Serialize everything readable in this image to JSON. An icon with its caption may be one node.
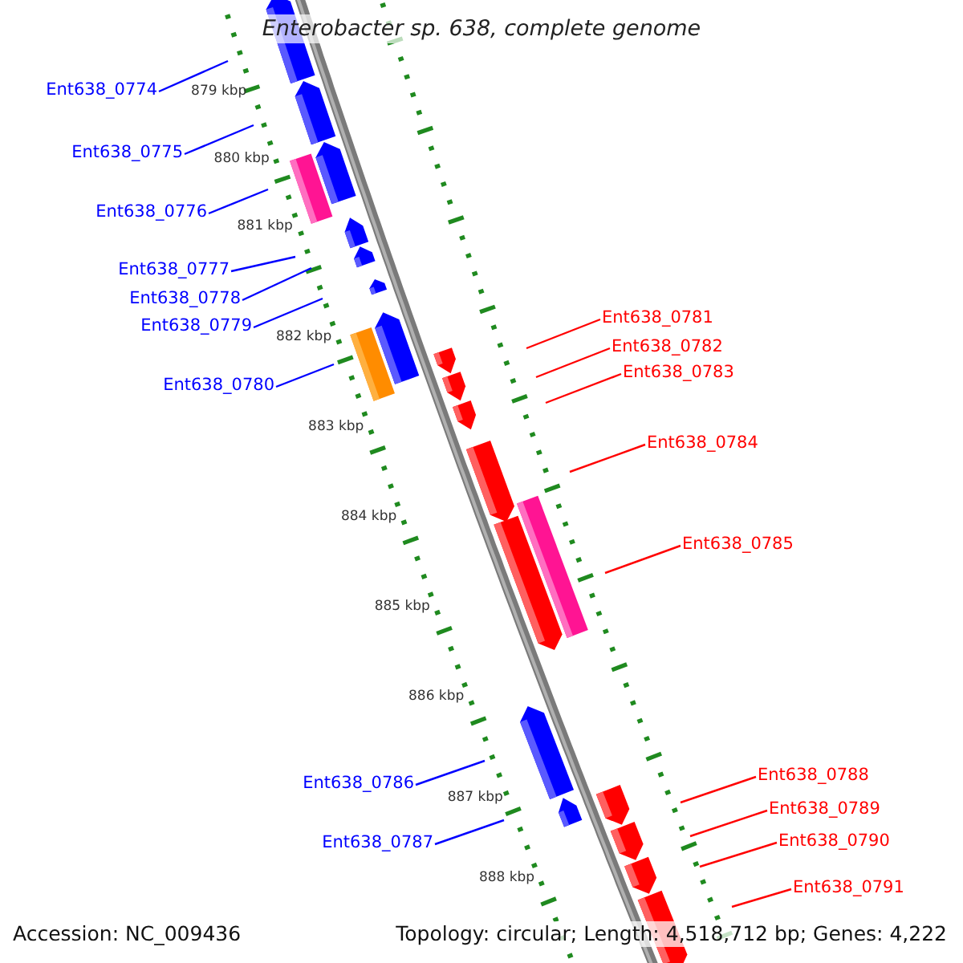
{
  "diagram": {
    "title": "Enterobacter sp. 638, complete genome",
    "nodes": [
      {
        "text": [
          "Ent638_0774"
        ]
      },
      {
        "text": [
          "Ent638_0775"
        ]
      },
      {
        "text": [
          "Ent638_0776"
        ]
      },
      {
        "text": [
          "Ent638_0777"
        ]
      },
      {
        "text": [
          "Ent638_0778"
        ]
      },
      {
        "text": [
          "Ent638_0779"
        ]
      },
      {
        "text": [
          "Ent638_0780"
        ]
      },
      {
        "text": [
          "Ent638_0781"
        ]
      },
      {
        "text": [
          "Ent638_0782"
        ]
      },
      {
        "text": [
          "Ent638_0783"
        ]
      },
      {
        "text": [
          "Ent638_0784"
        ]
      },
      {
        "text": [
          "Ent638_0785"
        ]
      },
      {
        "text": [
          "Ent638_0786"
        ]
      },
      {
        "text": [
          "Ent638_0787"
        ]
      },
      {
        "text": [
          "Ent638_0788"
        ]
      },
      {
        "text": [
          "Ent638_0789"
        ]
      },
      {
        "text": [
          "Ent638_0790"
        ]
      },
      {
        "text": [
          "Ent638_0791"
        ]
      }
    ],
    "edges": [
      {
        "from": 0,
        "to": null,
        "arrow": "none",
        "color": "#0000ff"
      },
      {
        "from": 1,
        "to": null,
        "arrow": "none",
        "color": "#0000ff"
      },
      {
        "from": 2,
        "to": null,
        "arrow": "none",
        "color": "#0000ff"
      },
      {
        "from": 3,
        "to": null,
        "arrow": "none",
        "color": "#0000ff"
      },
      {
        "from": 4,
        "to": null,
        "arrow": "none",
        "color": "#0000ff"
      },
      {
        "from": 5,
        "to": null,
        "arrow": "none",
        "color": "#0000ff"
      },
      {
        "from": 6,
        "to": null,
        "arrow": "none",
        "color": "#0000ff"
      },
      {
        "from": 7,
        "to": null,
        "arrow": "none",
        "color": "#ff0000"
      },
      {
        "from": 8,
        "to": null,
        "arrow": "none",
        "color": "#ff0000"
      },
      {
        "from": 9,
        "to": null,
        "arrow": "none",
        "color": "#ff0000"
      },
      {
        "from": 10,
        "to": null,
        "arrow": "none",
        "color": "#ff0000"
      },
      {
        "from": 11,
        "to": null,
        "arrow": "none",
        "color": "#ff0000"
      },
      {
        "from": 12,
        "to": null,
        "arrow": "none",
        "color": "#0000ff"
      },
      {
        "from": 13,
        "to": null,
        "arrow": "none",
        "color": "#0000ff"
      },
      {
        "from": 14,
        "to": null,
        "arrow": "none",
        "color": "#ff0000"
      },
      {
        "from": 15,
        "to": null,
        "arrow": "none",
        "color": "#ff0000"
      },
      {
        "from": 16,
        "to": null,
        "arrow": "none",
        "color": "#ff0000"
      },
      {
        "from": 17,
        "to": null,
        "arrow": "none",
        "color": "#ff0000"
      }
    ],
    "labels": [
      "879 kbp",
      "880 kbp",
      "881 kbp",
      "882 kbp",
      "883 kbp",
      "884 kbp",
      "885 kbp",
      "886 kbp",
      "887 kbp",
      "888 kbp",
      "Accession: NC_009436",
      "Topology: circular; Length: 4,518,712 bp; Genes: 4,222"
    ]
  }
}
